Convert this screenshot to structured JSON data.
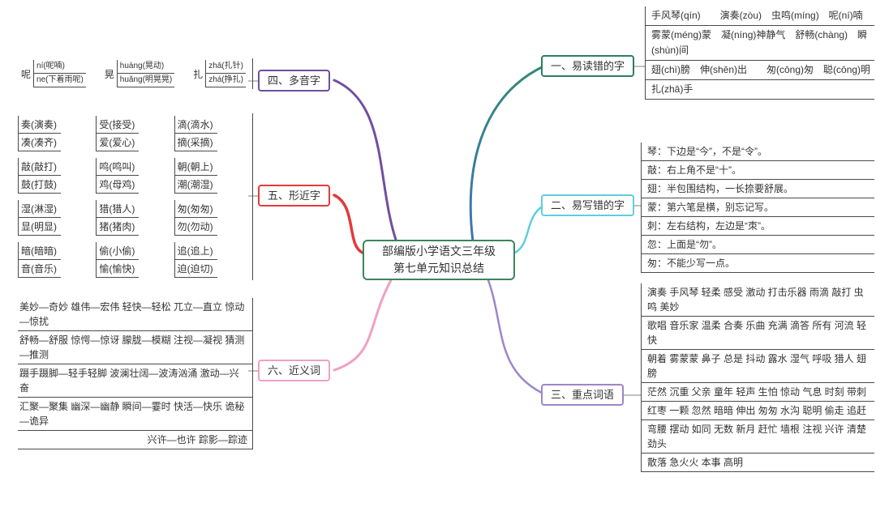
{
  "center": {
    "line1": "部编版小学语文三年级",
    "line2": "第七单元知识总结",
    "border_color": "#3d8361"
  },
  "branches": {
    "b1": {
      "label": "一、易读错的字",
      "label_color": "#2e7d64",
      "curve_colors": [
        "#4176b4",
        "#2e8b74"
      ],
      "items": [
        "手风琴(qín)　　演奏(zòu)　虫鸣(míng)　呢(ní)喃",
        "雾蒙(méng)蒙　凝(níng)神静气　舒畅(chàng)　瞬(shùn)间",
        "翅(chì)膀　伸(shēn)出　　匆(cōng)匆　聪(cōng)明",
        "扎(zhā)手"
      ]
    },
    "b2": {
      "label": "二、易写错的字",
      "label_color": "#5fcde0",
      "items": [
        "琴：下边是“今”，不是“令”。",
        "敲：右上角不是“十”。",
        "翅：半包围结构，一长捺要舒展。",
        "蒙：第六笔是横，别忘记写。",
        "刺：左右结构，左边是“朿”。",
        "忽：上面是“勿”。",
        "匆：不能少写一点。"
      ]
    },
    "b3": {
      "label": "三、重点词语",
      "label_color": "#9c85c9",
      "items": [
        "演奏 手风琴 轻柔 感受 激动 打击乐器 雨滴 敲打 虫鸣 美妙",
        "歌唱 音乐家 温柔 合奏 乐曲 充满 滴答 所有 河流 轻快",
        "朝着 雾蒙蒙 鼻子 总是 抖动 露水 湿气 呼吸 猎人 翅膀",
        "茫然 沉重 父亲 童年 轻声 生怕 惊动 气息 时刻 带刺",
        "红枣 一颗 忽然 暗暗 伸出 匆匆 水沟 聪明 偷走 追赶",
        "弯腰 摆动 如同 无数 新月 赶忙 墙根 注视 兴许 清楚 劲头",
        "散落 急火火 本事 高明"
      ]
    },
    "b4": {
      "label": "四、多音字",
      "label_color": "#6f4fa0",
      "entries": [
        {
          "char": "呢",
          "options": [
            "ní(呢喃)",
            "ne(下着雨呢)"
          ]
        },
        {
          "char": "晃",
          "options": [
            "huàng(晃动)",
            "huǎng(明晃晃)"
          ]
        },
        {
          "char": "扎",
          "options": [
            "zhā(扎针)",
            "zhá(挣扎)"
          ]
        }
      ]
    },
    "b5": {
      "label": "五、形近字",
      "label_color": "#e23b3b",
      "pairs": [
        [
          "奏(演奏)",
          "凑(凑齐)"
        ],
        [
          "受(接受)",
          "爱(爱心)"
        ],
        [
          "滴(滴水)",
          "摘(采摘)"
        ],
        [
          "敲(敲打)",
          "鼓(打鼓)"
        ],
        [
          "鸣(鸣叫)",
          "鸡(母鸡)"
        ],
        [
          "朝(朝上)",
          "潮(潮湿)"
        ],
        [
          "湿(淋湿)",
          "显(明显)"
        ],
        [
          "猎(猎人)",
          "猪(猪肉)"
        ],
        [
          "匆(匆匆)",
          "勿(勿动)"
        ],
        [
          "暗(暗暗)",
          "音(音乐)"
        ],
        [
          "偷(小偷)",
          "愉(愉快)"
        ],
        [
          "追(追上)",
          "迫(迫切)"
        ]
      ]
    },
    "b6": {
      "label": "六、近义词",
      "label_color": "#f0a0c3",
      "items": [
        "美妙—奇妙 雄伟—宏伟 轻快—轻松 兀立—直立 惊动—惊扰",
        "舒畅—舒服 惊愕—惊讶 朦胧—模糊 注视—凝视 猜测—推测",
        "蹑手蹑脚—轻手轻脚 波澜壮阔—波涛汹涌 激动—兴奋",
        "汇聚—聚集 幽深—幽静 瞬间—霎时 快活—快乐 诡秘—诡异",
        "兴许—也许 踪影—踪迹"
      ]
    }
  }
}
